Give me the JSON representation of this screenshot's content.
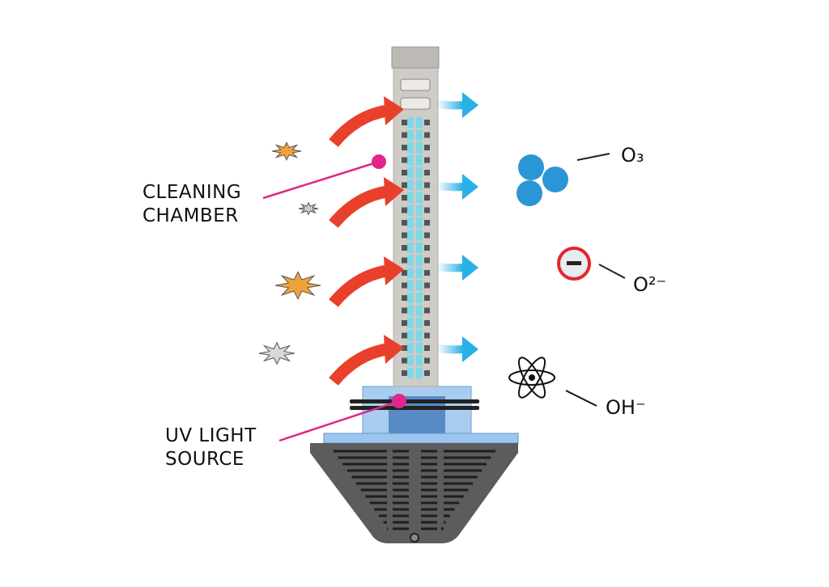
{
  "labels": {
    "cleaning_chamber": [
      "CLEANING",
      "CHAMBER"
    ],
    "uv_light_source": [
      "UV LIGHT",
      "SOURCE"
    ]
  },
  "products": [
    {
      "label": "O₃",
      "icon": "ozone-molecule-icon"
    },
    {
      "label": "O²⁻",
      "icon": "negative-ion-icon"
    },
    {
      "label": "OH⁻",
      "icon": "atom-icon"
    }
  ],
  "colors": {
    "inflow_arrow": "#e8402a",
    "outflow_arrow": "#29b0e6",
    "leader_dot": "#e0268a",
    "ozone": "#2a96d6",
    "tube": "#cfcbc6",
    "uv_led": "#7dd9e6",
    "base_housing": "#9cc6ee",
    "base_grille": "#5a5a5a"
  }
}
